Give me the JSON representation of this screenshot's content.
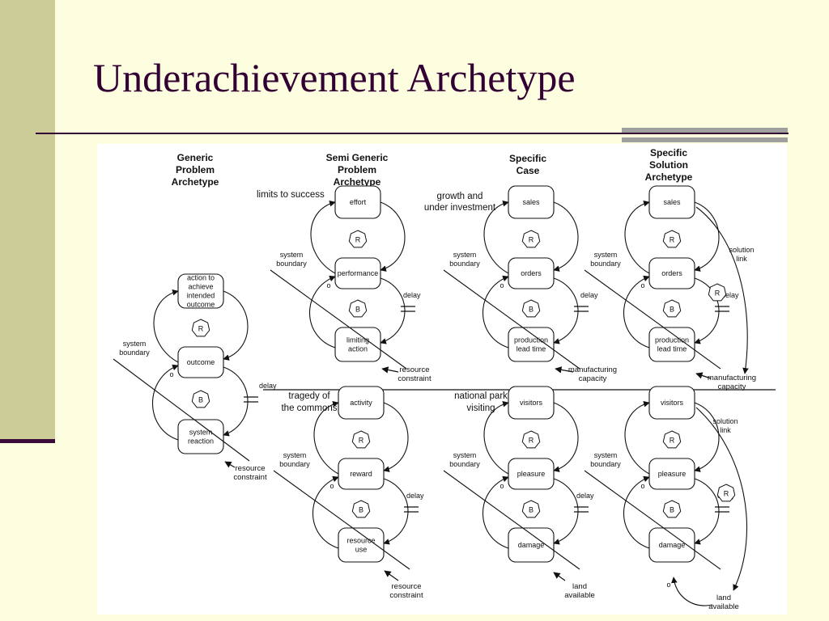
{
  "slide": {
    "title": "Underachievement Archetype"
  },
  "columns": [
    {
      "lines": [
        "Generic",
        "Problem",
        "Archetype"
      ]
    },
    {
      "lines": [
        "Semi Generic",
        "Problem",
        "Archetype"
      ]
    },
    {
      "lines": [
        "Specific",
        "Case"
      ]
    },
    {
      "lines": [
        "Specific",
        "Solution",
        "Archetype"
      ]
    }
  ],
  "case_labels": {
    "limits": [
      "limits to success"
    ],
    "growth": [
      "growth and",
      "under investment"
    ],
    "tragedy": [
      "tragedy of",
      "the commons"
    ],
    "park": [
      "national park",
      "visiting"
    ]
  },
  "common": {
    "reinforcing": "R",
    "balancing": "B",
    "minus": "o",
    "system_boundary": [
      "system",
      "boundary"
    ],
    "delay": "delay",
    "resource_constraint": [
      "resource",
      "constraint"
    ],
    "solution_link": [
      "solution",
      "link"
    ]
  },
  "generic": {
    "top": [
      "action to",
      "achieve",
      "intended",
      "outcome"
    ],
    "mid": [
      "outcome"
    ],
    "bottom": [
      "system",
      "reaction"
    ]
  },
  "limits": {
    "top": [
      "effort"
    ],
    "mid": [
      "performance"
    ],
    "bottom": [
      "limiting",
      "action"
    ]
  },
  "growth": {
    "top": [
      "sales"
    ],
    "mid": [
      "orders"
    ],
    "bottom": [
      "production",
      "lead time"
    ],
    "constraint": [
      "manufacturing",
      "capacity"
    ]
  },
  "growth_solution": {
    "top": [
      "sales"
    ],
    "mid": [
      "orders"
    ],
    "bottom": [
      "production",
      "lead time"
    ],
    "constraint": [
      "manufacturing",
      "capacity"
    ]
  },
  "tragedy": {
    "top": [
      "activity"
    ],
    "mid": [
      "reward"
    ],
    "bottom": [
      "resource",
      "use"
    ]
  },
  "park": {
    "top": [
      "visitors"
    ],
    "mid": [
      "pleasure"
    ],
    "bottom": [
      "damage"
    ],
    "constraint": [
      "land",
      "available"
    ]
  },
  "park_solution": {
    "top": [
      "visitors"
    ],
    "mid": [
      "pleasure"
    ],
    "bottom": [
      "damage"
    ],
    "constraint": [
      "land",
      "available"
    ]
  }
}
